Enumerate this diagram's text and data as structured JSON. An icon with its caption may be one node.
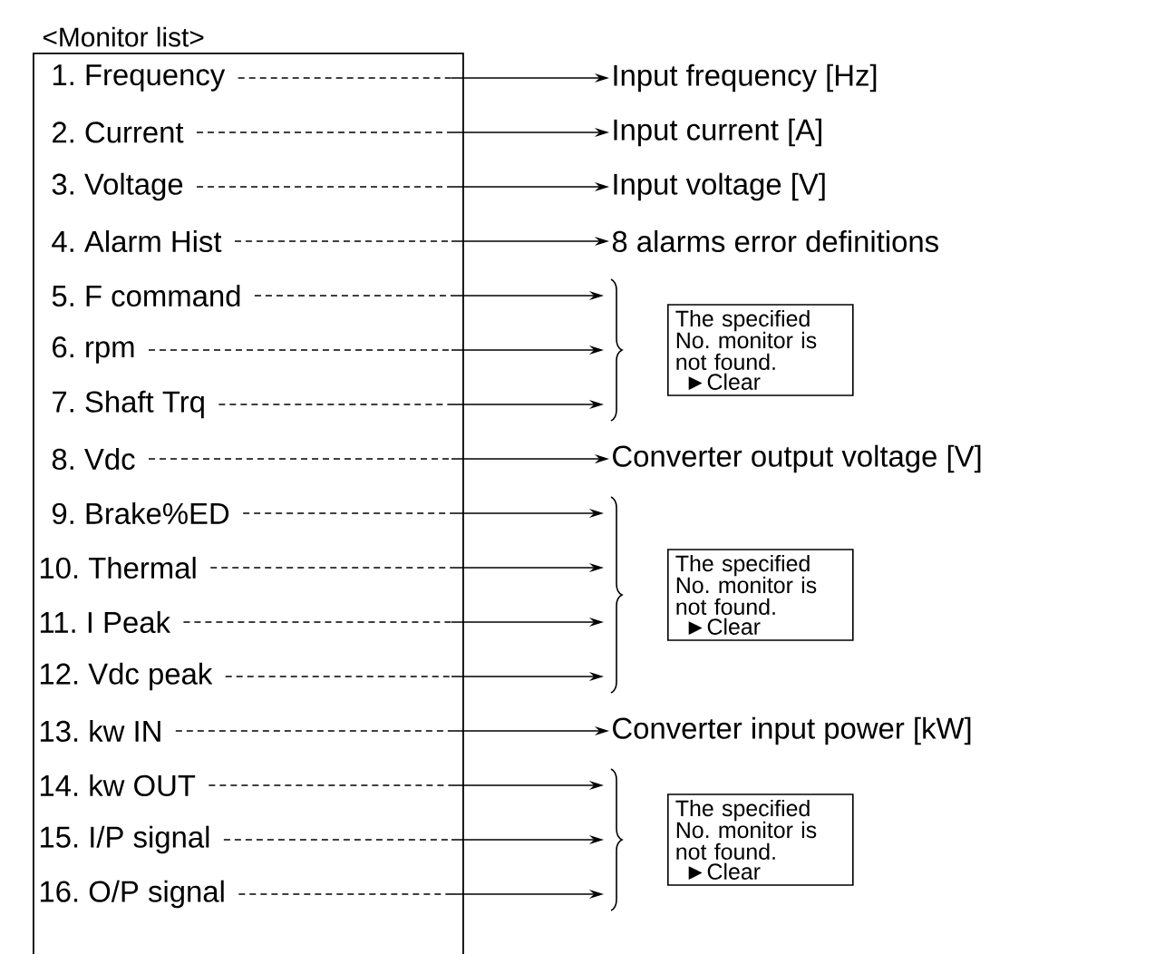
{
  "diagram": {
    "nodes": [
      {
        "text": [
          "<Monitor list>"
        ]
      },
      {
        "text": [
          "1. Frequency"
        ],
        "in": 0
      },
      {
        "text": [
          "2. Current"
        ],
        "in": 0
      },
      {
        "text": [
          "3. Voltage"
        ],
        "in": 0
      },
      {
        "text": [
          "4. Alarm Hist"
        ],
        "in": 0
      },
      {
        "text": [
          "5. F command"
        ],
        "in": 0
      },
      {
        "text": [
          "6. rpm"
        ],
        "in": 0
      },
      {
        "text": [
          "7. Shaft Trq"
        ],
        "in": 0
      },
      {
        "text": [
          "8. Vdc"
        ],
        "in": 0
      },
      {
        "text": [
          "9. Brake%ED"
        ],
        "in": 0
      },
      {
        "text": [
          "10. Thermal"
        ],
        "in": 0
      },
      {
        "text": [
          "11. I Peak"
        ],
        "in": 0
      },
      {
        "text": [
          "12. Vdc peak"
        ],
        "in": 0
      },
      {
        "text": [
          "13. kw IN"
        ],
        "in": 0
      },
      {
        "text": [
          "14. kw OUT"
        ],
        "in": 0
      },
      {
        "text": [
          "15. I/P signal"
        ],
        "in": 0
      },
      {
        "text": [
          "16. O/P signal"
        ],
        "in": 0
      },
      {
        "text": [
          "Input frequency [Hz]"
        ]
      },
      {
        "text": [
          "Input current [A]"
        ]
      },
      {
        "text": [
          "Input voltage [V]"
        ]
      },
      {
        "text": [
          "8 alarms error definitions"
        ]
      },
      {
        "text": [],
        "shape": "brace"
      },
      {
        "text": [
          "The specified No. monitor is not found.",
          "►Clear"
        ]
      },
      {
        "text": [
          "Converter output voltage [V]"
        ]
      },
      {
        "text": [],
        "shape": "brace"
      },
      {
        "text": [
          "The specified No. monitor is not found.",
          "►Clear"
        ]
      },
      {
        "text": [
          "Converter input power [kW]"
        ]
      },
      {
        "text": [],
        "shape": "brace"
      },
      {
        "text": [
          "The specified No. monitor is not found.",
          "►Clear"
        ]
      }
    ],
    "edges": [
      {
        "from": 1,
        "to": 17,
        "arrow": "to"
      },
      {
        "from": 2,
        "to": 18,
        "arrow": "to"
      },
      {
        "from": 3,
        "to": 19,
        "arrow": "to"
      },
      {
        "from": 4,
        "to": 20,
        "arrow": "to"
      },
      {
        "from": 5,
        "to": 21,
        "arrow": "to"
      },
      {
        "from": 6,
        "to": 21,
        "arrow": "to"
      },
      {
        "from": 7,
        "to": 21,
        "arrow": "to"
      },
      {
        "from": 8,
        "to": 23,
        "arrow": "to"
      },
      {
        "from": 9,
        "to": 24,
        "arrow": "to"
      },
      {
        "from": 10,
        "to": 24,
        "arrow": "to"
      },
      {
        "from": 11,
        "to": 24,
        "arrow": "to"
      },
      {
        "from": 12,
        "to": 24,
        "arrow": "to"
      },
      {
        "from": 13,
        "to": 26,
        "arrow": "to"
      },
      {
        "from": 14,
        "to": 27,
        "arrow": "to"
      },
      {
        "from": 15,
        "to": 27,
        "arrow": "to"
      },
      {
        "from": 16,
        "to": 27,
        "arrow": "to"
      }
    ]
  }
}
